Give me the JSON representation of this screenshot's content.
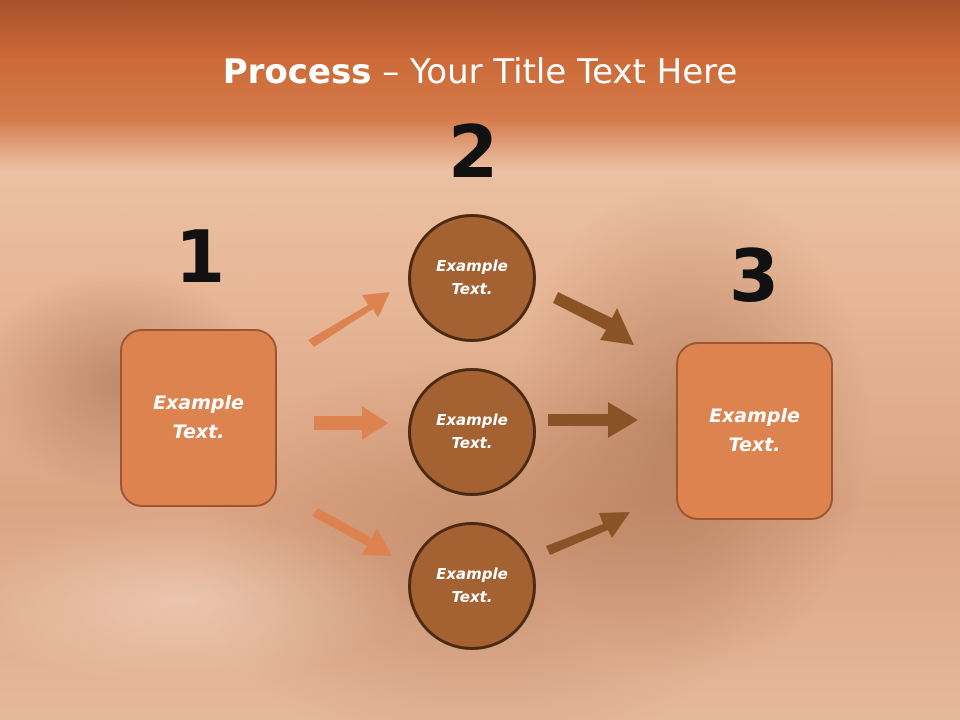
{
  "slide": {
    "title_bold": "Process",
    "title_rest": " – Your Title Text Here"
  },
  "steps": {
    "one": {
      "number": "1",
      "text": "Example Text."
    },
    "two": {
      "number": "2"
    },
    "three": {
      "number": "3",
      "text": "Example Text."
    }
  },
  "circles": [
    {
      "text": "Example Text."
    },
    {
      "text": "Example Text."
    },
    {
      "text": "Example Text."
    }
  ],
  "colors": {
    "box_fill": "#dc8350",
    "circle_fill": "#a46232",
    "arrow_left": "#dc8350",
    "arrow_right": "#8a5326"
  }
}
